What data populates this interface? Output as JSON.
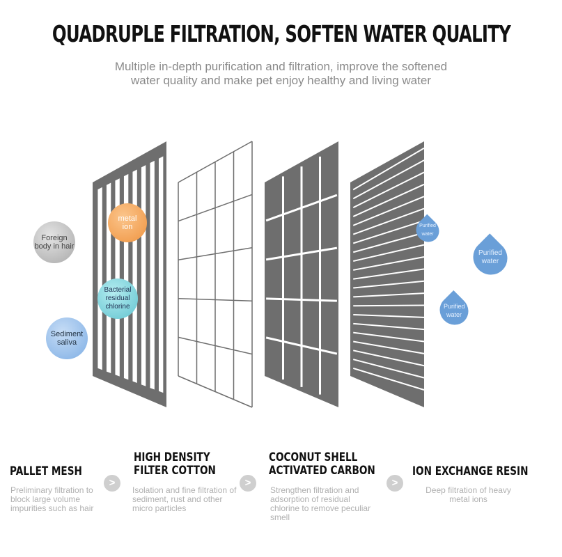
{
  "header": {
    "title": "QUADRUPLE FILTRATION, SOFTEN WATER QUALITY",
    "subtitle_line1": "Multiple in-depth purification and filtration, improve the softened",
    "subtitle_line2": "water quality and make pet enjoy healthy and living water"
  },
  "impurities": [
    {
      "label": "Foreign body in hair",
      "color": "#b8b8b8"
    },
    {
      "label": "metal ion",
      "color": "#f0a050"
    },
    {
      "label": "Bacterial residual chlorine",
      "color": "#7ccfd8"
    },
    {
      "label": "Sediment saliva",
      "color": "#8ab8e8"
    }
  ],
  "drops": [
    {
      "label": "Purified water"
    },
    {
      "label": "Purified water"
    },
    {
      "label": "Purified water"
    }
  ],
  "stages": [
    {
      "title": "PALLET MESH",
      "desc": "Preliminary filtration to block large volume impurities such as hair"
    },
    {
      "title": "HIGH DENSITY FILTER COTTON",
      "desc": "Isolation and fine filtration of sediment, rust and other micro particles"
    },
    {
      "title": "COCONUT SHELL ACTIVATED CARBON",
      "desc": "Strengthen filtration and adsorption of residual chlorine to remove peculiar smell"
    },
    {
      "title": "ION EXCHANGE RESIN",
      "desc": "Deep filtration of heavy metal ions"
    }
  ],
  "arrow_icon": "chevron-right-circle",
  "colors": {
    "filter_gray": "#6e6e6e",
    "drop_blue": "#6a9fd8"
  }
}
